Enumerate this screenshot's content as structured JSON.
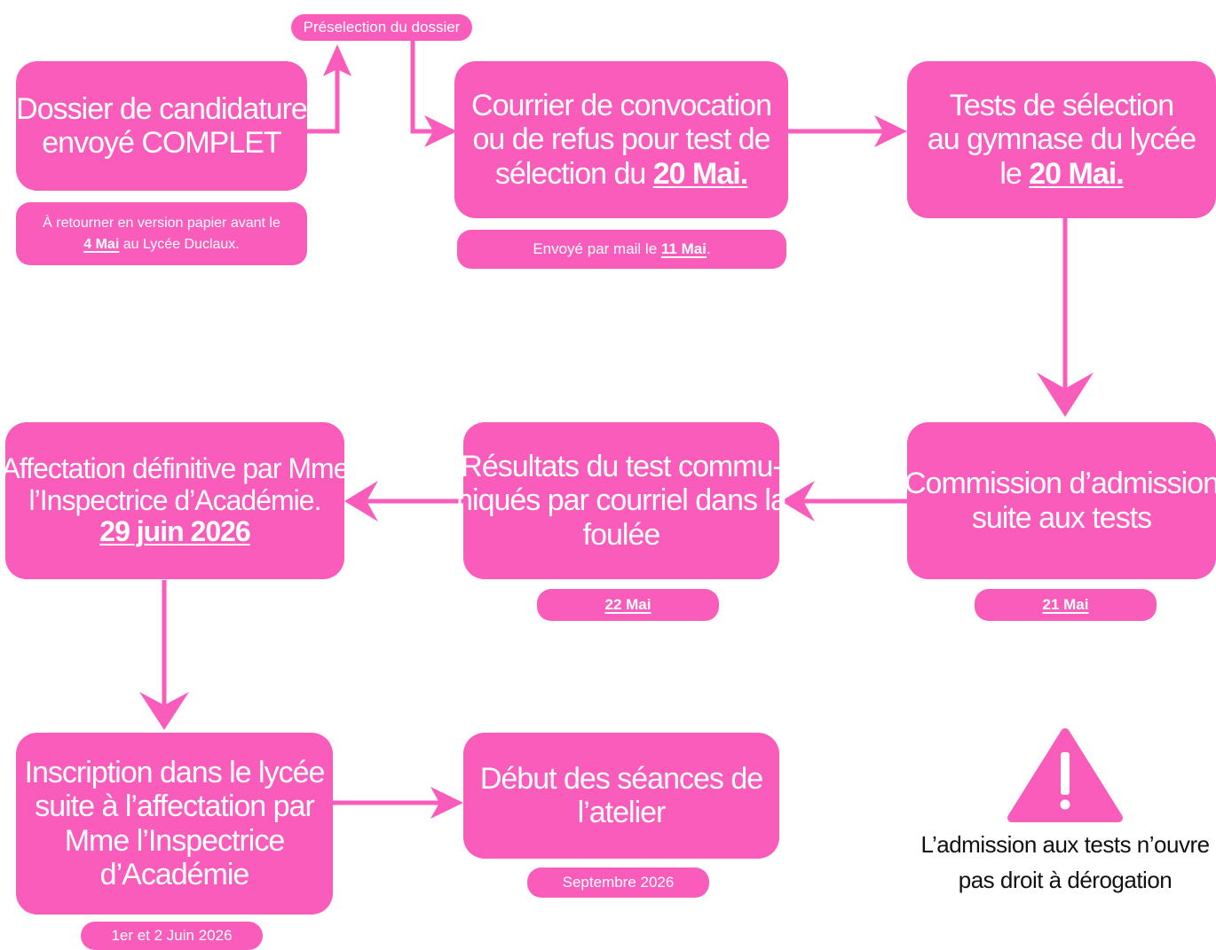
{
  "colors": {
    "accent": "#fa5cbc",
    "text_on_accent": "#ffffff",
    "warning_text": "#111111"
  },
  "preselection": {
    "label": "Préselection du dossier"
  },
  "step_dossier": {
    "lines": [
      "Dossier de candidature",
      "envoyé COMPLET"
    ],
    "note_line1": "À retourner en version papier avant le",
    "note_date": "4 Mai",
    "note_rest": " au Lycée Duclaux."
  },
  "step_courrier": {
    "line1": "Courrier de convocation",
    "line2": "ou de refus pour test de",
    "line3_pre": "sélection du ",
    "line3_date": "20 Mai.",
    "note_pre": "Envoyé par mail le ",
    "note_date": "11 Mai",
    "note_post": "."
  },
  "step_tests": {
    "line1": "Tests de sélection",
    "line2": "au gymnase du lycée",
    "line3_pre": "le ",
    "line3_date": "20 Mai."
  },
  "step_commission": {
    "lines": [
      "Commission d’admission",
      "suite aux tests"
    ],
    "date": "21 Mai"
  },
  "step_resultats": {
    "lines": [
      "Résultats du test commu-",
      "niqués par courriel dans la",
      "foulée"
    ],
    "date": "22 Mai"
  },
  "step_affectation": {
    "lines": [
      "Affectation définitive par Mme",
      "l’Inspectrice d’Académie."
    ],
    "date": "29 juin 2026"
  },
  "step_inscription": {
    "lines": [
      "Inscription dans le lycée",
      "suite à l’affectation par",
      "Mme l’Inspectrice",
      "d’Académie"
    ],
    "date": "1er et 2 Juin 2026"
  },
  "step_debut": {
    "lines": [
      "Début des séances de",
      "l’atelier"
    ],
    "date": "Septembre 2026"
  },
  "warning": {
    "icon": "warning-triangle-icon",
    "lines": [
      "L’admission aux tests n’ouvre",
      "pas droit à dérogation"
    ]
  }
}
